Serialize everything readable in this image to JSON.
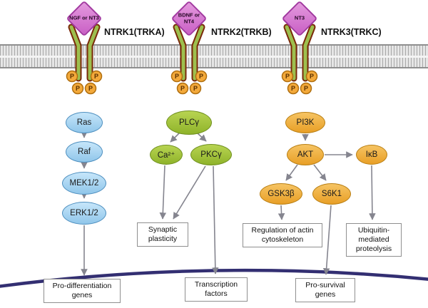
{
  "phospho_label": "P",
  "receptors": [
    {
      "ligand": "NGF or NT3",
      "name": "NTRK1(TRKA)"
    },
    {
      "ligand": "BDNF or NT4",
      "name": "NTRK2(TRKB)"
    },
    {
      "ligand": "NT3",
      "name": "NTRK3(TRKC)"
    }
  ],
  "nodes": {
    "ras": "Ras",
    "raf": "Raf",
    "mek": "MEK1/2",
    "erk": "ERK1/2",
    "plcg": "PLCγ",
    "ca": "Ca²⁺",
    "pkcg": "PKCγ",
    "pi3k": "PI3K",
    "akt": "AKT",
    "ikb": "IκB",
    "gsk3b": "GSK3β",
    "s6k1": "S6K1"
  },
  "boxes": {
    "pro_differentiation": "Pro-differentiation genes",
    "synaptic_plasticity": "Synaptic plasticity",
    "transcription_factors": "Transcription factors",
    "actin_cytoskeleton": "Regulation of actin cytoskeleton",
    "ubiquitin_proteolysis": "Ubiquitin-mediated proteolysis",
    "pro_survival": "Pro-survival genes"
  },
  "colors": {
    "blue_node": "#a9d7f2",
    "green_node": "#a6c63d",
    "orange_node": "#f0ae3c",
    "ligand_pink": "#d77fd3",
    "phospho_orange": "#f3a93a",
    "receptor_green": "#9dbf4e",
    "receptor_outline": "#7a2a0a",
    "arrow_gray": "#85858f",
    "nuclear_membrane": "#332f72"
  }
}
